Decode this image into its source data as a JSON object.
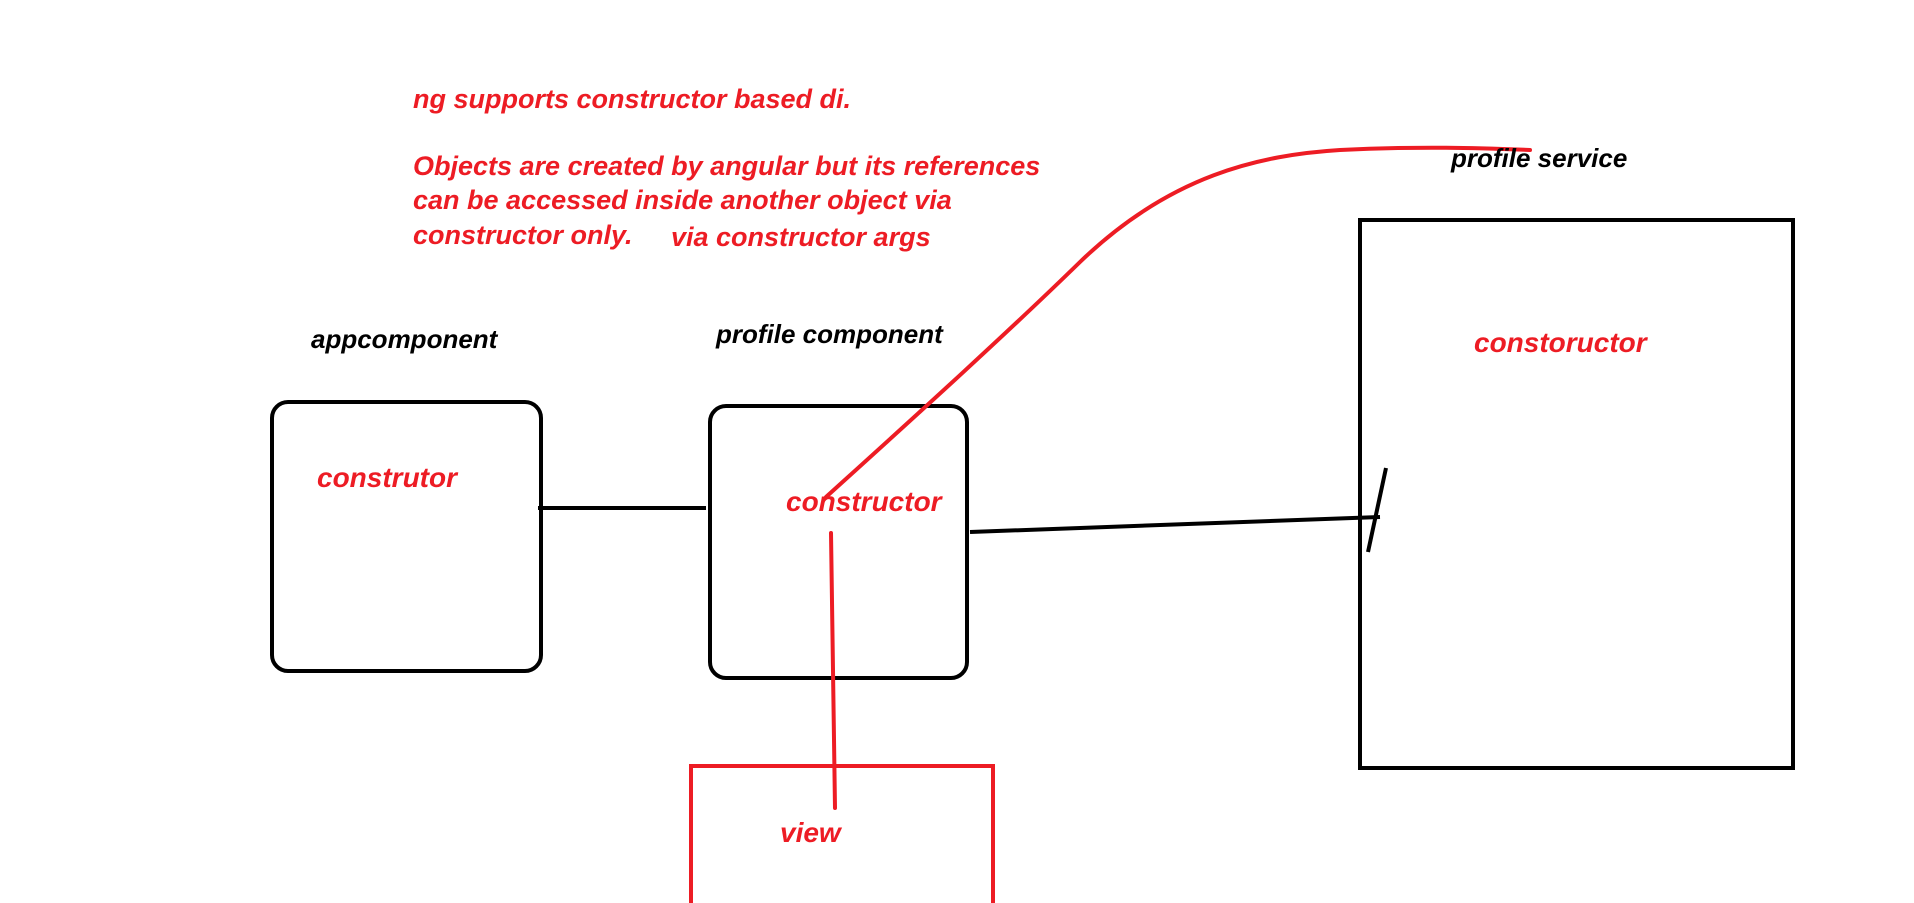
{
  "colors": {
    "ink": "#000000",
    "accent": "#ed1c24",
    "background": "#ffffff"
  },
  "notes": {
    "line1": "ng supports constructor based di.",
    "line2": "Objects are created by angular but its references",
    "line3": "can be accessed inside another object via",
    "line4a": "constructor only.",
    "line4b": "via constructor args"
  },
  "boxes": {
    "app": {
      "title": "appcomponent",
      "inner": "construtor"
    },
    "profile": {
      "title": "profile component",
      "inner": "constructor"
    },
    "service": {
      "title": "profile service",
      "inner": "constoructor"
    },
    "view": {
      "inner": "view"
    }
  }
}
